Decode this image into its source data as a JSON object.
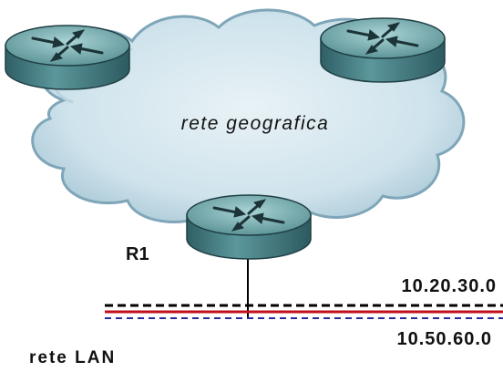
{
  "diagram": {
    "cloud_label": "rete geografica",
    "router_label": "R1",
    "network_top": "10.20.30.0",
    "network_bottom": "10.50.60.0",
    "lan_label": "rete LAN",
    "routers": [
      "router-top-left",
      "router-top-right",
      "router-r1"
    ]
  },
  "colors": {
    "cloud_fill": "#cfe3ec",
    "cloud_edge": "#7fa6b8",
    "router_body": "#4f8a8f",
    "router_top": "#7fb4b8",
    "line_black": "#000000",
    "line_red": "#c0101c",
    "line_blue": "#2a2a9a"
  }
}
